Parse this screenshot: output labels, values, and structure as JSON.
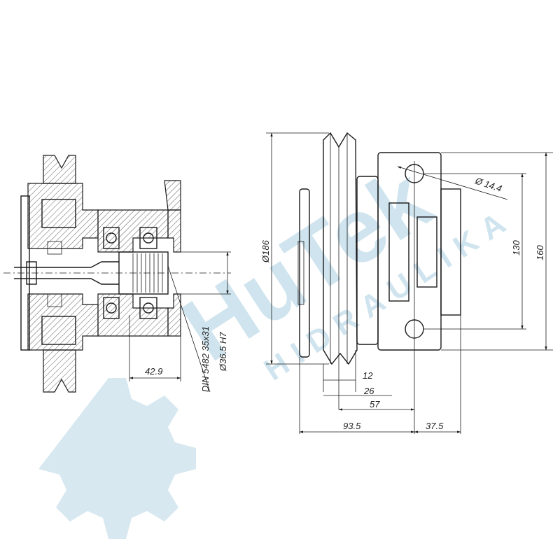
{
  "watermark": {
    "brand": "HuTek",
    "sub": "HIDRAULIKA",
    "color": "#cfe4ee"
  },
  "dimensions": {
    "din_spline": "DIN 5482 35x31",
    "bore": "Ø36.5 H7",
    "shaft_offset": "42.9",
    "pulley_diameter": "Ø186",
    "hole_diameter": "Ø 14.4",
    "hole_spacing": "130",
    "flange_height": "160",
    "groove_1": "12",
    "groove_2": "26",
    "length_57": "57",
    "length_93_5": "93.5",
    "length_37_5": "37.5"
  }
}
